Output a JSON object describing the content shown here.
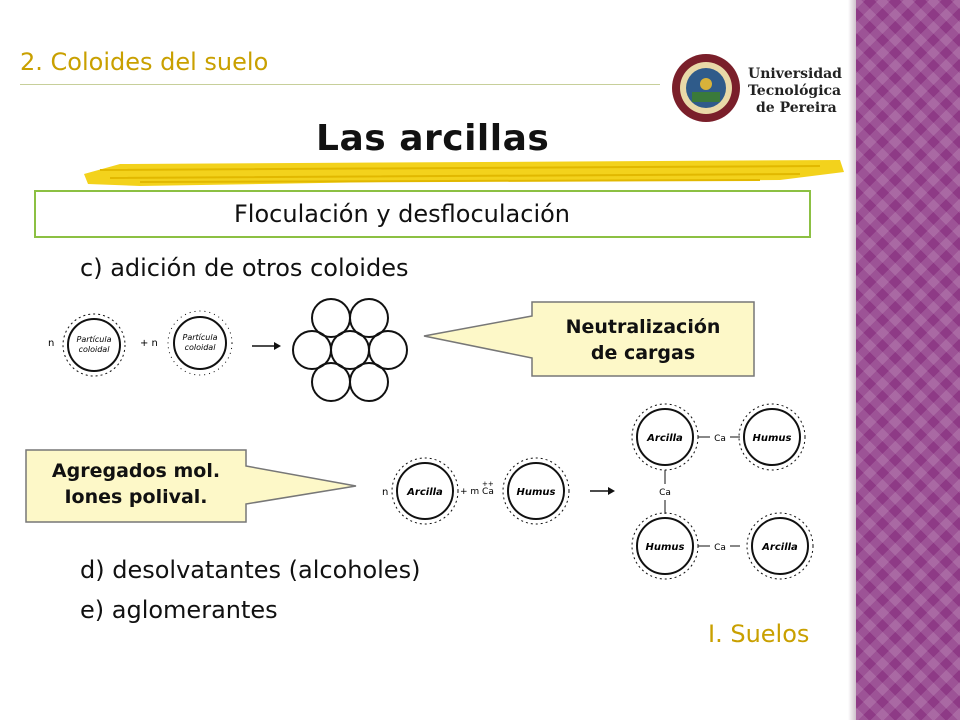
{
  "header": {
    "section_title": "2. Coloides del suelo"
  },
  "logo": {
    "name": "Universidad Tecnológica de Pereira",
    "lines": [
      "Universidad",
      "Tecnológica",
      "de Pereira"
    ]
  },
  "slide": {
    "title": "Las arcillas",
    "box_title": "Floculación y desfloculación",
    "items": [
      "c) adición de otros coloides",
      "d) desolvatantes (alcoholes)",
      "e) aglomerantes"
    ]
  },
  "diagram1": {
    "n_left": "n",
    "particle1": [
      "Partícula",
      "coloidal"
    ],
    "plus_n": "+ n",
    "particle2": [
      "Partícula",
      "coloidal"
    ],
    "callout": [
      "Neutralización",
      "de cargas"
    ]
  },
  "diagram2": {
    "callout": [
      "Agregados mol.",
      "Iones polival."
    ],
    "n_left": "n",
    "arcilla": "Arcilla",
    "plus_m": "+ m Ca",
    "ca_charge": "++",
    "humus": "Humus",
    "result": {
      "top_left": "Arcilla",
      "top_mid": "Ca",
      "top_right": "Humus",
      "mid": "Ca",
      "bottom_left": "Humus",
      "bottom_mid": "Ca",
      "bottom_right": "Arcilla"
    }
  },
  "footer": {
    "text": "I. Suelos"
  },
  "colors": {
    "accent_text": "#c9a000",
    "box_border": "#8cc043",
    "callout_fill": "#fdf8c8",
    "sidebar": "#8e3a86"
  }
}
